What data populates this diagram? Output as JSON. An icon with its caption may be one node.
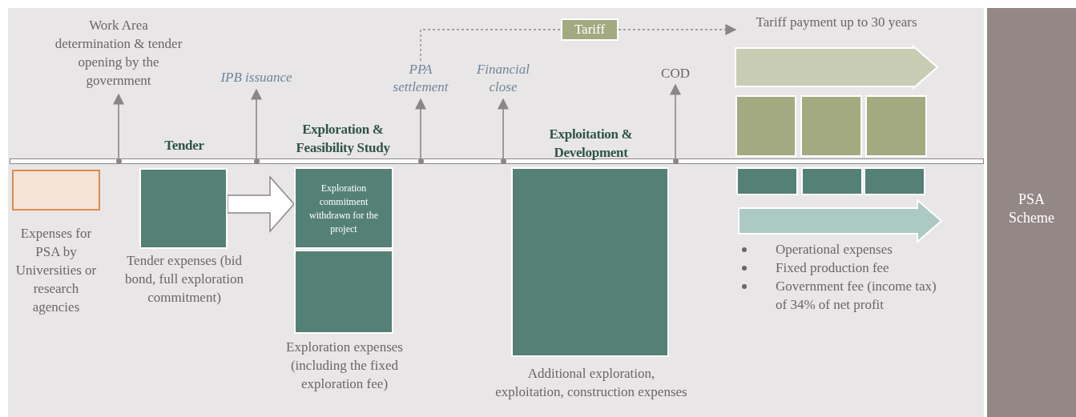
{
  "diagram": {
    "nodes": [
      {
        "text": [
          "Work Area determination & tender opening by the government"
        ]
      },
      {
        "text": [
          "IPB issuance"
        ]
      },
      {
        "text": [
          "PPA settlement"
        ]
      },
      {
        "text": [
          "Financial close"
        ]
      },
      {
        "text": [
          "COD"
        ]
      },
      {
        "text": [
          "Tariff"
        ]
      },
      {
        "text": [
          "Tariff payment up to 30 years"
        ]
      },
      {
        "text": [],
        "shape": "box",
        "beside": [
          "Expenses for PSA by Universities or research agencies"
        ]
      },
      {
        "text": [],
        "shape": "box",
        "beside": [
          "Tender expenses (bid bond, full exploration commitment)"
        ]
      },
      {
        "text": [
          "Exploration commitment withdrawn for the project"
        ]
      },
      {
        "text": [],
        "shape": "box",
        "beside": [
          "Exploration expenses (including the fixed exploration fee)"
        ]
      },
      {
        "text": [],
        "shape": "box",
        "beside": [
          "Exploitation & Development",
          "Additional exploration, exploitation, construction expenses"
        ]
      },
      {
        "text": [],
        "shape": "box"
      },
      {
        "text": [],
        "shape": "box"
      },
      {
        "text": [],
        "shape": "box"
      },
      {
        "text": [],
        "shape": "box"
      },
      {
        "text": [],
        "shape": "box"
      },
      {
        "text": [],
        "shape": "box"
      },
      {
        "text": [
          "PSA Scheme"
        ]
      },
      {
        "text": [],
        "shape": "bar"
      }
    ],
    "edges": [
      {
        "from": 19,
        "to": 0,
        "arrow": "to"
      },
      {
        "from": 19,
        "to": 1,
        "arrow": "to"
      },
      {
        "from": 19,
        "to": 2,
        "arrow": "to"
      },
      {
        "from": 19,
        "to": 3,
        "arrow": "to"
      },
      {
        "from": 19,
        "to": 4,
        "arrow": "to"
      },
      {
        "from": 2,
        "to": 5,
        "arrow": "none",
        "style": "dashed"
      },
      {
        "from": 5,
        "to": 6,
        "arrow": "to",
        "style": "dashed"
      },
      {
        "from": 8,
        "to": 9,
        "arrow": "to",
        "style": "thick"
      }
    ],
    "labels": [
      "Tender",
      "Exploration & Feasibility Study",
      "Operational expenses",
      "Fixed production fee",
      "Government fee (income tax) of 34% of net profit"
    ]
  }
}
